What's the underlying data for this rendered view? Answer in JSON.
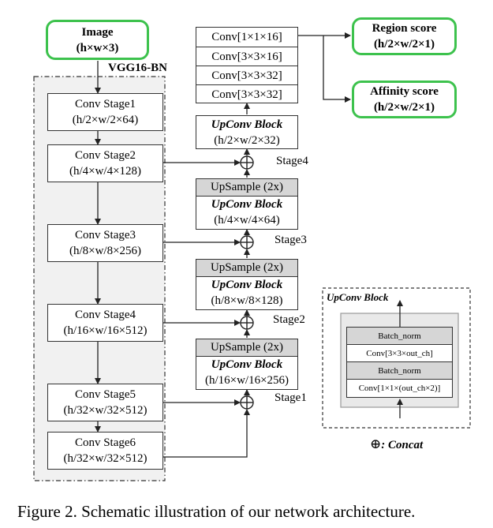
{
  "image_input": {
    "title": "Image",
    "dims": "(h×w×3)"
  },
  "backbone_label": "VGG16-BN",
  "conv_stages": [
    {
      "name": "Conv Stage1",
      "dims": "(h/2×w/2×64)"
    },
    {
      "name": "Conv Stage2",
      "dims": "(h/4×w/4×128)"
    },
    {
      "name": "Conv Stage3",
      "dims": "(h/8×w/8×256)"
    },
    {
      "name": "Conv Stage4",
      "dims": "(h/16×w/16×512)"
    },
    {
      "name": "Conv Stage5",
      "dims": "(h/32×w/32×512)"
    },
    {
      "name": "Conv Stage6",
      "dims": "(h/32×w/32×512)"
    }
  ],
  "final_convs": [
    "Conv[1×1×16]",
    "Conv[3×3×16]",
    "Conv[3×3×32]",
    "Conv[3×3×32]"
  ],
  "upconv_top": {
    "title": "UpConv Block",
    "dims": "(h/2×w/2×32)"
  },
  "upsample_blocks": [
    {
      "upsample": "UpSample (2x)",
      "title": "UpConv Block",
      "dims": "(h/4×w/4×64)"
    },
    {
      "upsample": "UpSample (2x)",
      "title": "UpConv Block",
      "dims": "(h/8×w/8×128)"
    },
    {
      "upsample": "UpSample (2x)",
      "title": "UpConv Block",
      "dims": "(h/16×w/16×256)"
    }
  ],
  "stage_labels": [
    "Stage4",
    "Stage3",
    "Stage2",
    "Stage1"
  ],
  "outputs": [
    {
      "title": "Region score",
      "dims": "(h/2×w/2×1)"
    },
    {
      "title": "Affinity score",
      "dims": "(h/2×w/2×1)"
    }
  ],
  "legend": {
    "title": "UpConv Block",
    "layers": [
      "Batch_norm",
      "Conv[3×3×out_ch]",
      "Batch_norm",
      "Conv[1×1×(out_ch×2)]"
    ],
    "concat_symbol": "⊕",
    "concat_label": ": Concat"
  },
  "caption": "Figure 2. Schematic illustration of our network architecture."
}
